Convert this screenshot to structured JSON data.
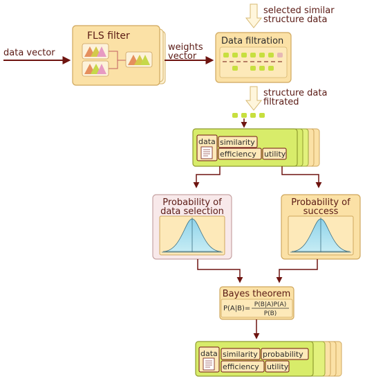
{
  "labels": {
    "data_vector": "data vector",
    "fls_filter": "FLS filter",
    "weights_line1": "weights",
    "weights_line2": "vector",
    "selected_line1": "selected similar",
    "selected_line2": "structure data",
    "data_filtration": "Data filtration",
    "structure_line1": "structure data",
    "structure_line2": "filtrated",
    "tag_data": "data",
    "tag_similarity": "similarity",
    "tag_efficiency": "efficiency",
    "tag_utility": "utility",
    "tag_probability": "probability",
    "prob_selection_line1": "Probability of",
    "prob_selection_line2": "data selection",
    "prob_success_line1": "Probability of",
    "prob_success_line2": "success",
    "bayes_title": "Bayes theorem",
    "bayes_lhs": "P(A|B)=",
    "bayes_num": "P(B|A)P(A)",
    "bayes_den": "P(B)"
  },
  "colors": {
    "arrow": "#6e1410",
    "panel_peach": "#fbe1a6",
    "panel_peach_border": "#cfa75d",
    "panel_green": "#d8ec6a",
    "panel_green_border": "#8f9b30",
    "panel_pink": "#f8e9ea",
    "panel_pink_border": "#c6a3a3",
    "bell_fill": "#9fd9ea",
    "dot_green": "#c7df3f",
    "dot_pink": "#e6b8b5"
  }
}
